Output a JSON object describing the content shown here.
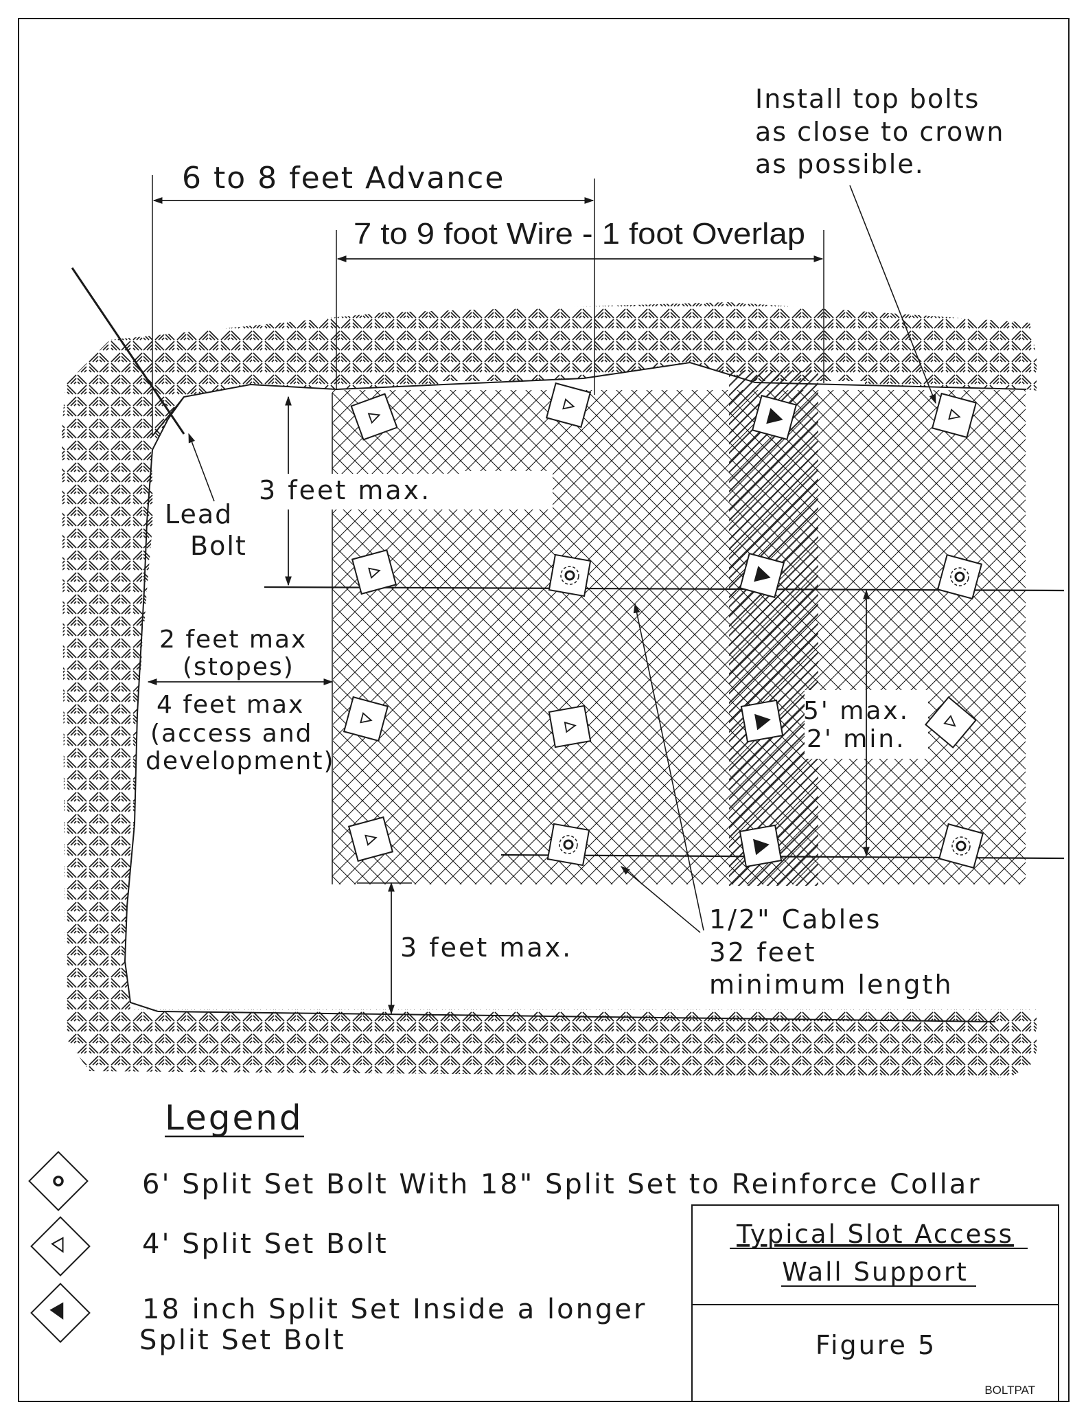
{
  "annotations": {
    "advance": "6 to 8 feet Advance",
    "wire_overlap": "7 to 9 foot Wire - 1 foot Overlap",
    "top_bolts_note": [
      "Install top bolts",
      "as close to crown",
      "as possible."
    ],
    "lead_bolt": [
      "Lead",
      "Bolt"
    ],
    "crown_spacing": "3 feet max.",
    "rib_spacing": [
      "2 feet max",
      "(stopes)",
      "4 feet max",
      "(access and",
      "development)"
    ],
    "cable_spacing": [
      "5' max.",
      "2' min."
    ],
    "floor_spacing": "3 feet max.",
    "cables": [
      "1/2\" Cables",
      "32 feet",
      "minimum length"
    ]
  },
  "legend": {
    "title": "Legend",
    "items": [
      {
        "icon": "split-set-bolt-6ft-circle-icon",
        "label": "6' Split Set Bolt With 18\" Split Set to Reinforce Collar"
      },
      {
        "icon": "split-set-bolt-4ft-triangle-icon",
        "label": "4' Split Set Bolt"
      },
      {
        "icon": "split-set-18in-filled-triangle-icon",
        "label": "18 inch Split Set Inside a longer",
        "label2": "Split Set Bolt"
      }
    ]
  },
  "title_block": {
    "title_line1": "Typical Slot Access",
    "title_line2": "Wall Support",
    "figure": "Figure 5",
    "code": "BOLTPAT"
  },
  "colors": {
    "ink": "#1a1a1a",
    "paper": "#ffffff"
  }
}
